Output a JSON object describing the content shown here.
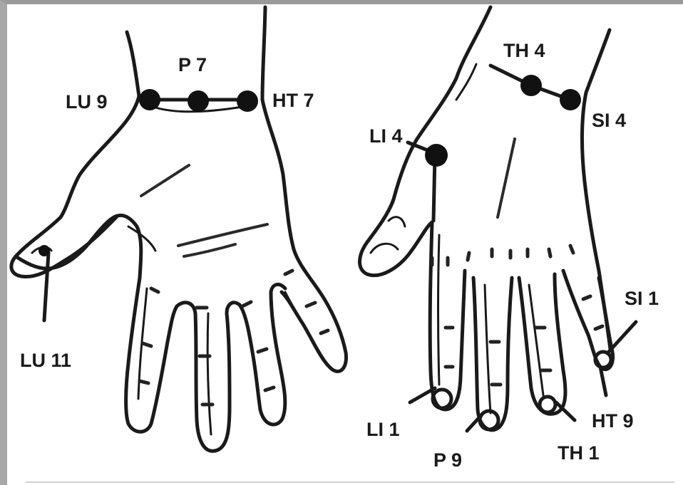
{
  "labels": {
    "lu9": "LU 9",
    "p7": "P 7",
    "ht7": "HT 7",
    "lu11": "LU 11",
    "th4": "TH 4",
    "li4": "LI 4",
    "si4": "SI 4",
    "si1": "SI 1",
    "li1": "LI 1",
    "p9": "P 9",
    "th1": "TH 1",
    "ht9": "HT 9"
  },
  "colors": {
    "ink": "#1a1a1a",
    "background": "#ffffff",
    "frame": "#a8a8a8"
  }
}
